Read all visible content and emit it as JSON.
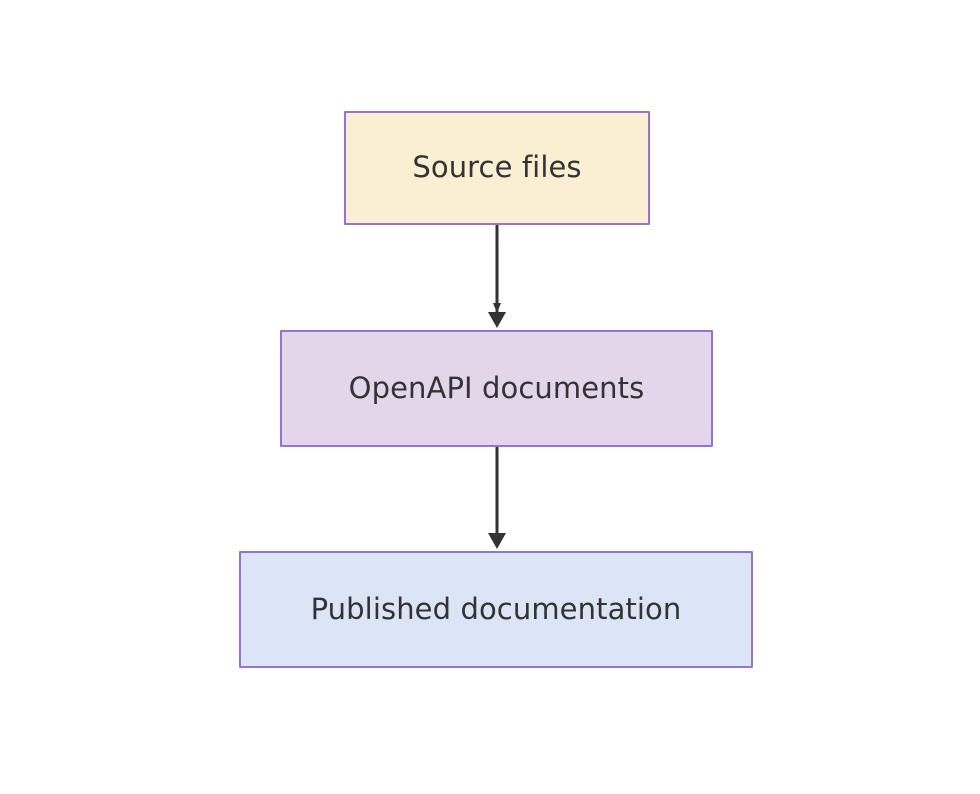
{
  "diagram": {
    "type": "flowchart",
    "direction": "top-to-bottom",
    "background_color": "#ffffff",
    "nodes": [
      {
        "id": "source-files",
        "label": "Source files",
        "fill_color": "#fbefd3",
        "border_color": "#9672d4",
        "text_color": "#333333"
      },
      {
        "id": "openapi-documents",
        "label": "OpenAPI documents",
        "fill_color": "#e3d6ea",
        "border_color": "#9672d4",
        "text_color": "#333333"
      },
      {
        "id": "published-documentation",
        "label": "Published documentation",
        "fill_color": "#dce5f7",
        "border_color": "#9672d4",
        "text_color": "#333333"
      }
    ],
    "edges": [
      {
        "id": "edge-source-to-openapi",
        "from": "source-files",
        "to": "openapi-documents",
        "label": "",
        "arrowhead": "filled-triangle",
        "color": "#333333"
      },
      {
        "id": "edge-openapi-to-published",
        "from": "openapi-documents",
        "to": "published-documentation",
        "label": "",
        "arrowhead": "filled-triangle",
        "color": "#333333"
      }
    ]
  }
}
